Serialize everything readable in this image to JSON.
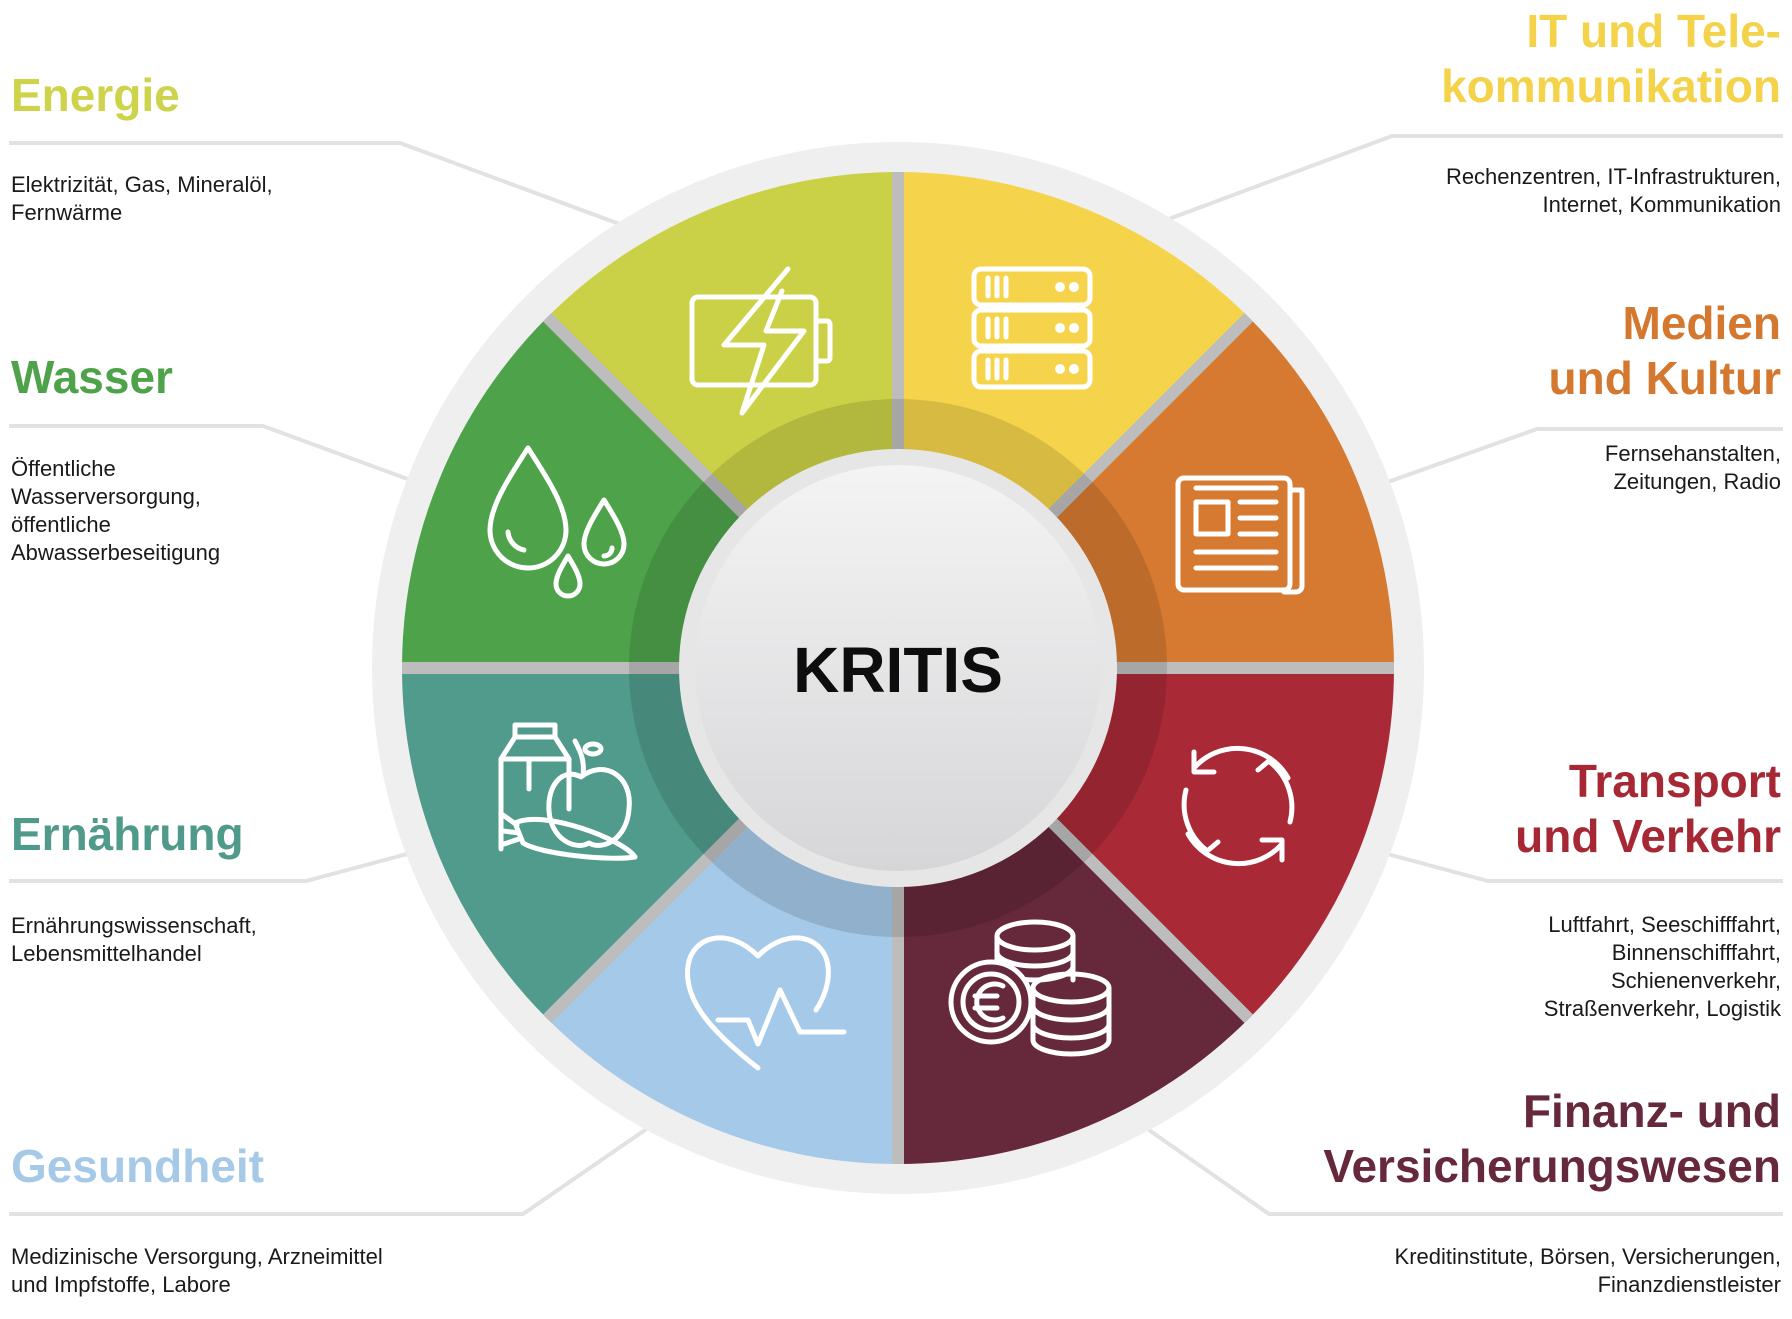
{
  "center_label": "KRITIS",
  "colors": {
    "ring": "#efefef",
    "divider": "#bdbdbd",
    "connector": "#e2e2e2"
  },
  "sectors": {
    "energie": {
      "title": [
        "Energie"
      ],
      "desc": [
        "Elektrizität, Gas, Mineralöl,",
        "Fernwärme"
      ],
      "color": "#cbd146",
      "title_color": "#cdd34b",
      "icon": "battery-bolt-icon"
    },
    "it": {
      "title": [
        "IT und Tele-",
        "kommunikation"
      ],
      "desc": [
        "Rechenzentren, IT-Infrastrukturen,",
        "Internet, Kommunikation"
      ],
      "color": "#f5d44b",
      "title_color": "#f4d34a",
      "icon": "server-icon"
    },
    "medien": {
      "title": [
        "Medien",
        "und Kultur"
      ],
      "desc": [
        "Fernsehanstalten,",
        "Zeitungen, Radio"
      ],
      "color": "#d67a31",
      "title_color": "#d4782f",
      "icon": "newspaper-icon"
    },
    "transport": {
      "title": [
        "Transport",
        "und Verkehr"
      ],
      "desc": [
        "Luftfahrt, Seeschifffahrt,",
        "Binnenschifffahrt,",
        "Schienenverkehr,",
        "Straßenverkehr, Logistik"
      ],
      "color": "#a92a36",
      "title_color": "#a52834",
      "icon": "cycle-arrows-icon"
    },
    "finanz": {
      "title": [
        "Finanz- und",
        "Versicherungswesen"
      ],
      "desc": [
        "Kreditinstitute, Börsen, Versicherungen,",
        "Finanzdienstleister"
      ],
      "color": "#66283b",
      "title_color": "#66283b",
      "icon": "euro-coins-icon"
    },
    "gesundheit": {
      "title": [
        "Gesundheit"
      ],
      "desc": [
        "Medizinische Versorgung, Arzneimittel",
        "und Impfstoffe, Labore"
      ],
      "color": "#a5c9e9",
      "title_color": "#a7c9e8",
      "icon": "heart-pulse-icon"
    },
    "ernaehrung": {
      "title": [
        "Ernährung"
      ],
      "desc": [
        "Ernährungswissenschaft,",
        "Lebensmittelhandel"
      ],
      "color": "#509b8b",
      "title_color": "#4f9a8a",
      "icon": "food-icon"
    },
    "wasser": {
      "title": [
        "Wasser"
      ],
      "desc": [
        "Öffentliche",
        "Wasserversorgung,",
        "öffentliche",
        "Abwasserbeseitigung"
      ],
      "color": "#4ea34a",
      "title_color": "#4ea34a",
      "icon": "water-drops-icon"
    }
  }
}
